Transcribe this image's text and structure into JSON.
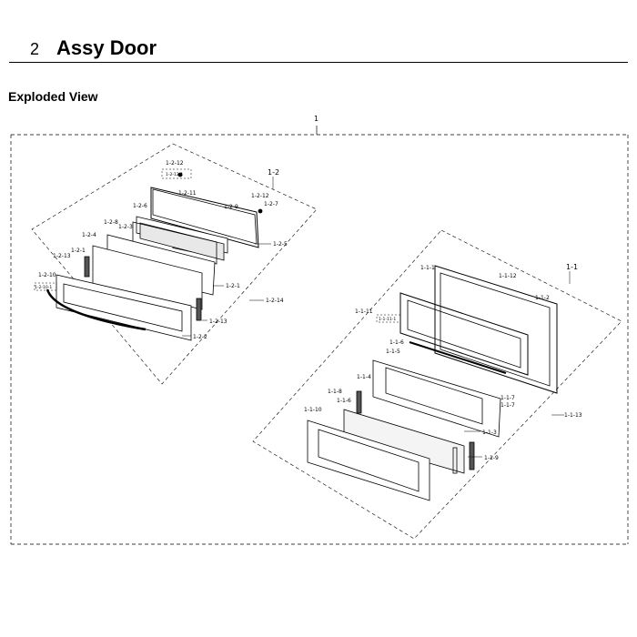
{
  "header": {
    "section_number": "2",
    "section_title": "Assy Door",
    "subtitle": "Exploded View"
  },
  "diagram": {
    "assembly_label": "1",
    "upper_door": {
      "label": "1-2",
      "parts": {
        "p12_12_top": "1-2-12",
        "p12_12_1": "1-2-12-1",
        "p12_11": "1-2-11",
        "p12_6_a": "1-2-6",
        "p12_9": "1-2-9",
        "p12_12_b": "1-2-12",
        "p12_7": "1-2-7",
        "p12_3": "1-2-3",
        "p12_8": "1-2-8",
        "p12_5": "1-2-5",
        "p12_4": "1-2-4",
        "p12_13_a": "1-2-13",
        "p12_1_a": "1-2-1",
        "p12_10": "1-2-10",
        "p12_10_1": "1-2-10-1",
        "p12_1_b": "1-2-1",
        "p12_14": "1-2-14",
        "p12_13_b": "1-2-13",
        "p12_2": "1-2-2"
      }
    },
    "lower_door": {
      "label": "1-1",
      "parts": {
        "p11_1": "1-1-1",
        "p11_12": "1-1-12",
        "p11_2": "1-1-2",
        "p11_11": "1-1-11",
        "p11_11_1": "1-1-11-1",
        "p11_6_a": "1-1-6",
        "p11_5": "1-1-5",
        "p11_4": "1-1-4",
        "p11_8": "1-1-8",
        "p11_6_b": "1-1-6",
        "p11_7_a": "1-1-7",
        "p11_7_b": "1-1-7",
        "p11_10": "1-1-10",
        "p11_13": "1-1-13",
        "p11_3": "1-1-3",
        "p11_9": "1-1-9"
      }
    }
  }
}
